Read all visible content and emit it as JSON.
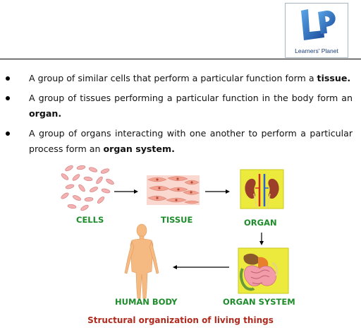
{
  "logo": {
    "mark": "LP",
    "name": "Learners' Planet"
  },
  "bullets": [
    {
      "before": "A group of similar cells that perform a particular function form a ",
      "bold": "tissue.",
      "after": ""
    },
    {
      "before": "A group of tissues performing a particular function in the body form an ",
      "bold": "organ.",
      "after": ""
    },
    {
      "before": "A group of organs interacting with one another to perform a particular process form an ",
      "bold": "organ system.",
      "after": ""
    }
  ],
  "diagram": {
    "cells_label": "CELLS",
    "tissue_label": "TISSUE",
    "organ_label": "ORGAN",
    "organ_system_label": "ORGAN SYSTEM",
    "human_body_label": "HUMAN BODY"
  },
  "caption": "Structural organization of living things",
  "colors": {
    "label_green": "#1e8c2b",
    "caption_red": "#b02a1e",
    "panel_yellow": "#ecea3d",
    "logo_blue": "#1a4a9a"
  }
}
